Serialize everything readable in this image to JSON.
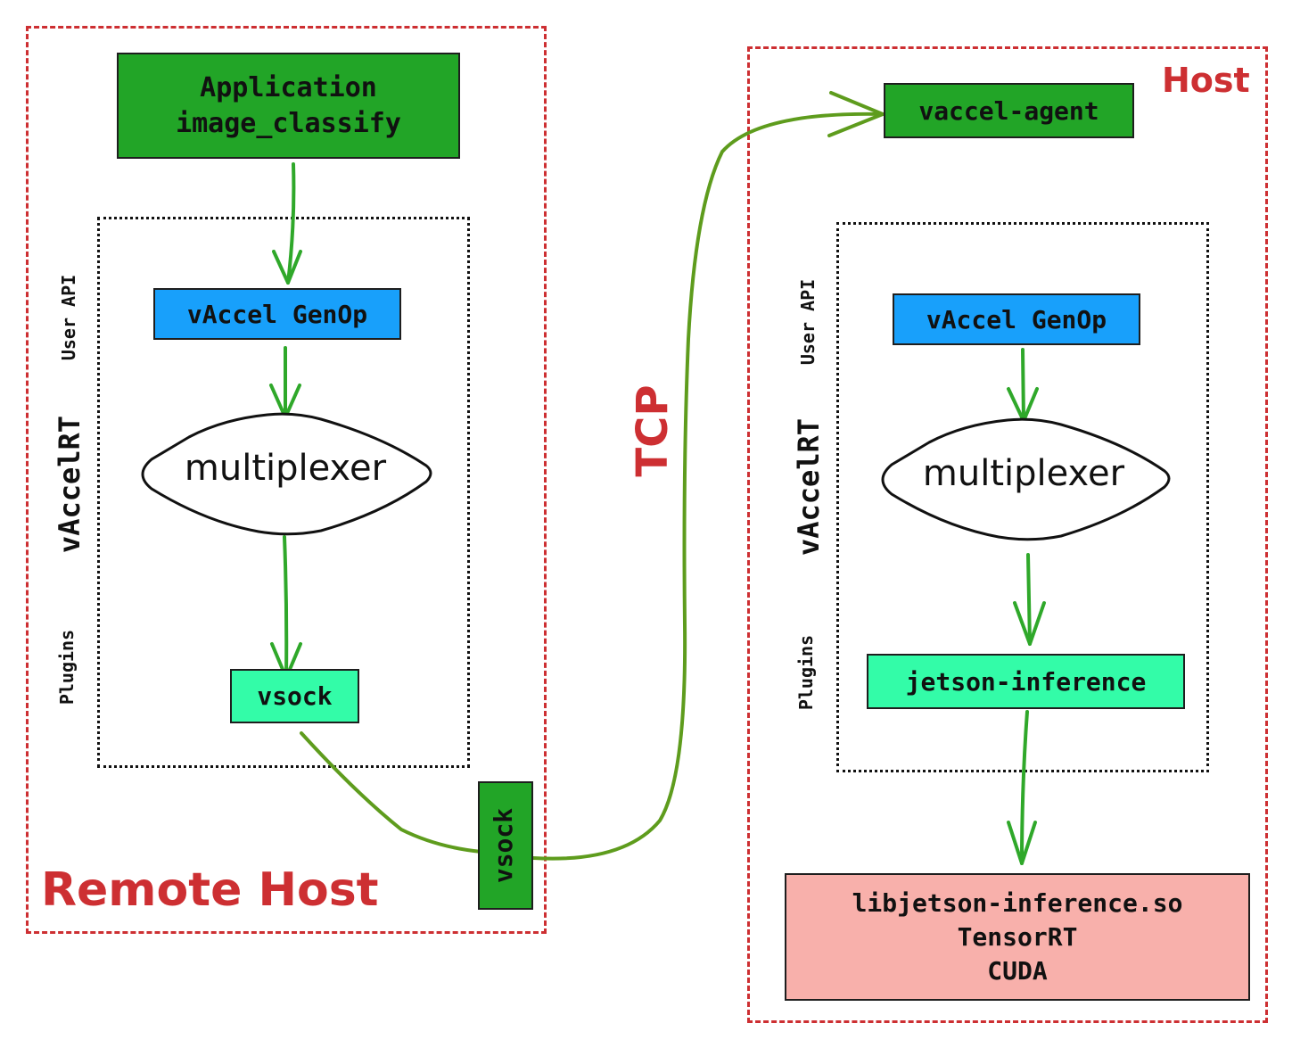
{
  "remote_host": {
    "label": "Remote Host",
    "application_box": {
      "line1": "Application",
      "line2": "image_classify"
    },
    "runtime": {
      "label": "vAccelRT",
      "user_api_label": "User API",
      "plugins_label": "Plugins",
      "genop_label": "vAccel GenOp",
      "multiplexer_label": "multiplexer",
      "plugin_label": "vsock"
    }
  },
  "transport": {
    "vsock_label": "vsock",
    "tcp_label": "TCP"
  },
  "host": {
    "label": "Host",
    "agent_label": "vaccel-agent",
    "runtime": {
      "label": "vAccelRT",
      "user_api_label": "User API",
      "plugins_label": "Plugins",
      "genop_label": "vAccel GenOp",
      "multiplexer_label": "multiplexer",
      "plugin_label": "jetson-inference"
    },
    "libraries": {
      "line1": "libjetson-inference.so",
      "line2": "TensorRT",
      "line3": "CUDA"
    }
  },
  "colors": {
    "frame_red": "#cd2f32",
    "app_green": "#22a527",
    "api_blue": "#18a0fb",
    "plugin_mint": "#33fca8",
    "library_pink": "#f8b0ab",
    "arrow_green": "#2fa82a",
    "link_olive": "#5e9c1d"
  }
}
